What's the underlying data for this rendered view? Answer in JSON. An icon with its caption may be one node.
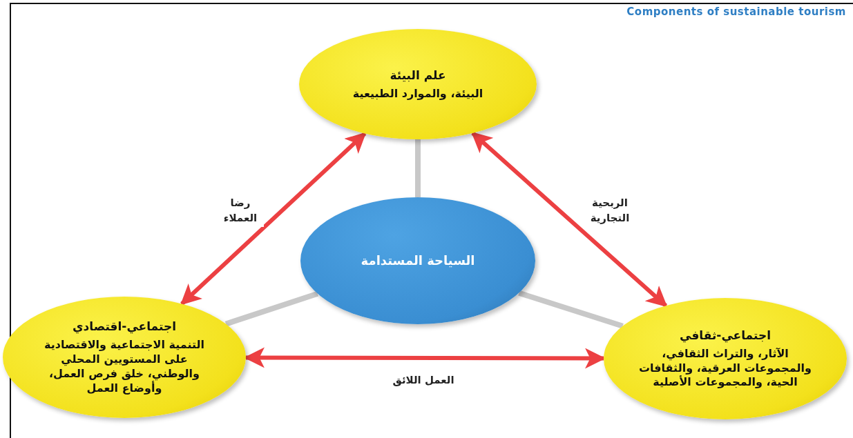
{
  "diagram": {
    "title": "Components of sustainable tourism",
    "nodes": [
      {
        "text": [
          "علم البيئة",
          "البيئة، والموارد الطبيعية"
        ]
      },
      {
        "text": [
          "السياحة المستدامة"
        ]
      },
      {
        "text": [
          "اجتماعي-اقتصادي",
          "التنمية الاجتماعية والاقتصادية على المستويين المحلي والوطني، خلق فرص العمل، وأوضاع العمل"
        ]
      },
      {
        "text": [
          "اجتماعي-ثقافي",
          "الآثار، والتراث الثقافي، والمجموعات العرقية، والثقافات الحية، والمجموعات الأصلية"
        ]
      }
    ],
    "edges": [
      {
        "from": 1,
        "to": 0,
        "arrow": "none",
        "color": "#c8c8c8"
      },
      {
        "from": 1,
        "to": 2,
        "arrow": "none",
        "color": "#c8c8c8"
      },
      {
        "from": 1,
        "to": 3,
        "arrow": "none",
        "color": "#c8c8c8"
      },
      {
        "from": 0,
        "to": 2,
        "arrow": "both",
        "label": "رضا العملاء",
        "color": "#ec4042"
      },
      {
        "from": 0,
        "to": 3,
        "arrow": "both",
        "label": "الربحية التجارية",
        "color": "#ec4042"
      },
      {
        "from": 2,
        "to": 3,
        "arrow": "both",
        "label": "العمل اللائق",
        "color": "#ec4042"
      }
    ]
  }
}
